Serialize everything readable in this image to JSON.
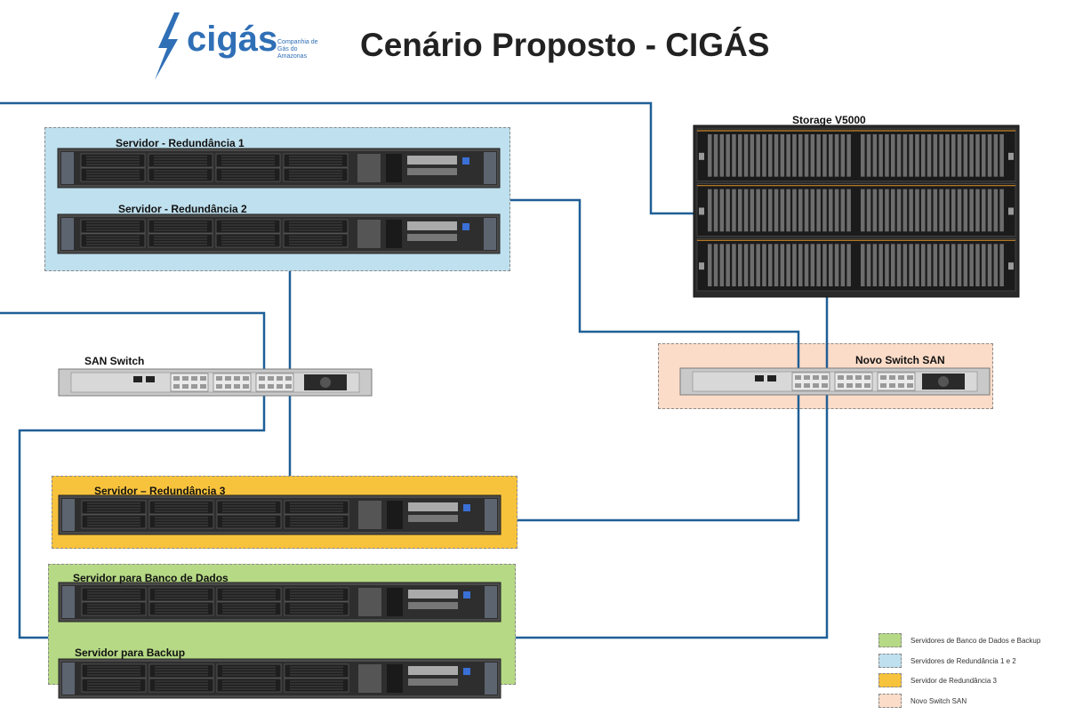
{
  "header": {
    "logo_text": "cigás",
    "logo_subtitle": "Companhia de Gás do Amazonas",
    "title": "Cenário Proposto - CIGÁS"
  },
  "devices": {
    "server_r1": "Servidor - Redundância 1",
    "server_r2": "Servidor - Redundância 2",
    "server_r3": "Servidor – Redundância 3",
    "server_db": "Servidor para Banco de Dados",
    "server_backup": "Servidor para Backup",
    "san_switch": "SAN Switch",
    "new_switch": "Novo Switch SAN",
    "storage": "Storage V5000"
  },
  "legend": [
    {
      "label": "Servidores de Banco de Dados e Backup",
      "color": "#b6d985"
    },
    {
      "label": "Servidores de Redundância 1 e 2",
      "color": "#bfe0ee"
    },
    {
      "label": "Servidor de Redundância 3",
      "color": "#f8c33c"
    },
    {
      "label": "Novo Switch SAN",
      "color": "#fbdcc8"
    }
  ],
  "colors": {
    "cable": "#1f5f96",
    "server_body": "#3a3a3a"
  }
}
